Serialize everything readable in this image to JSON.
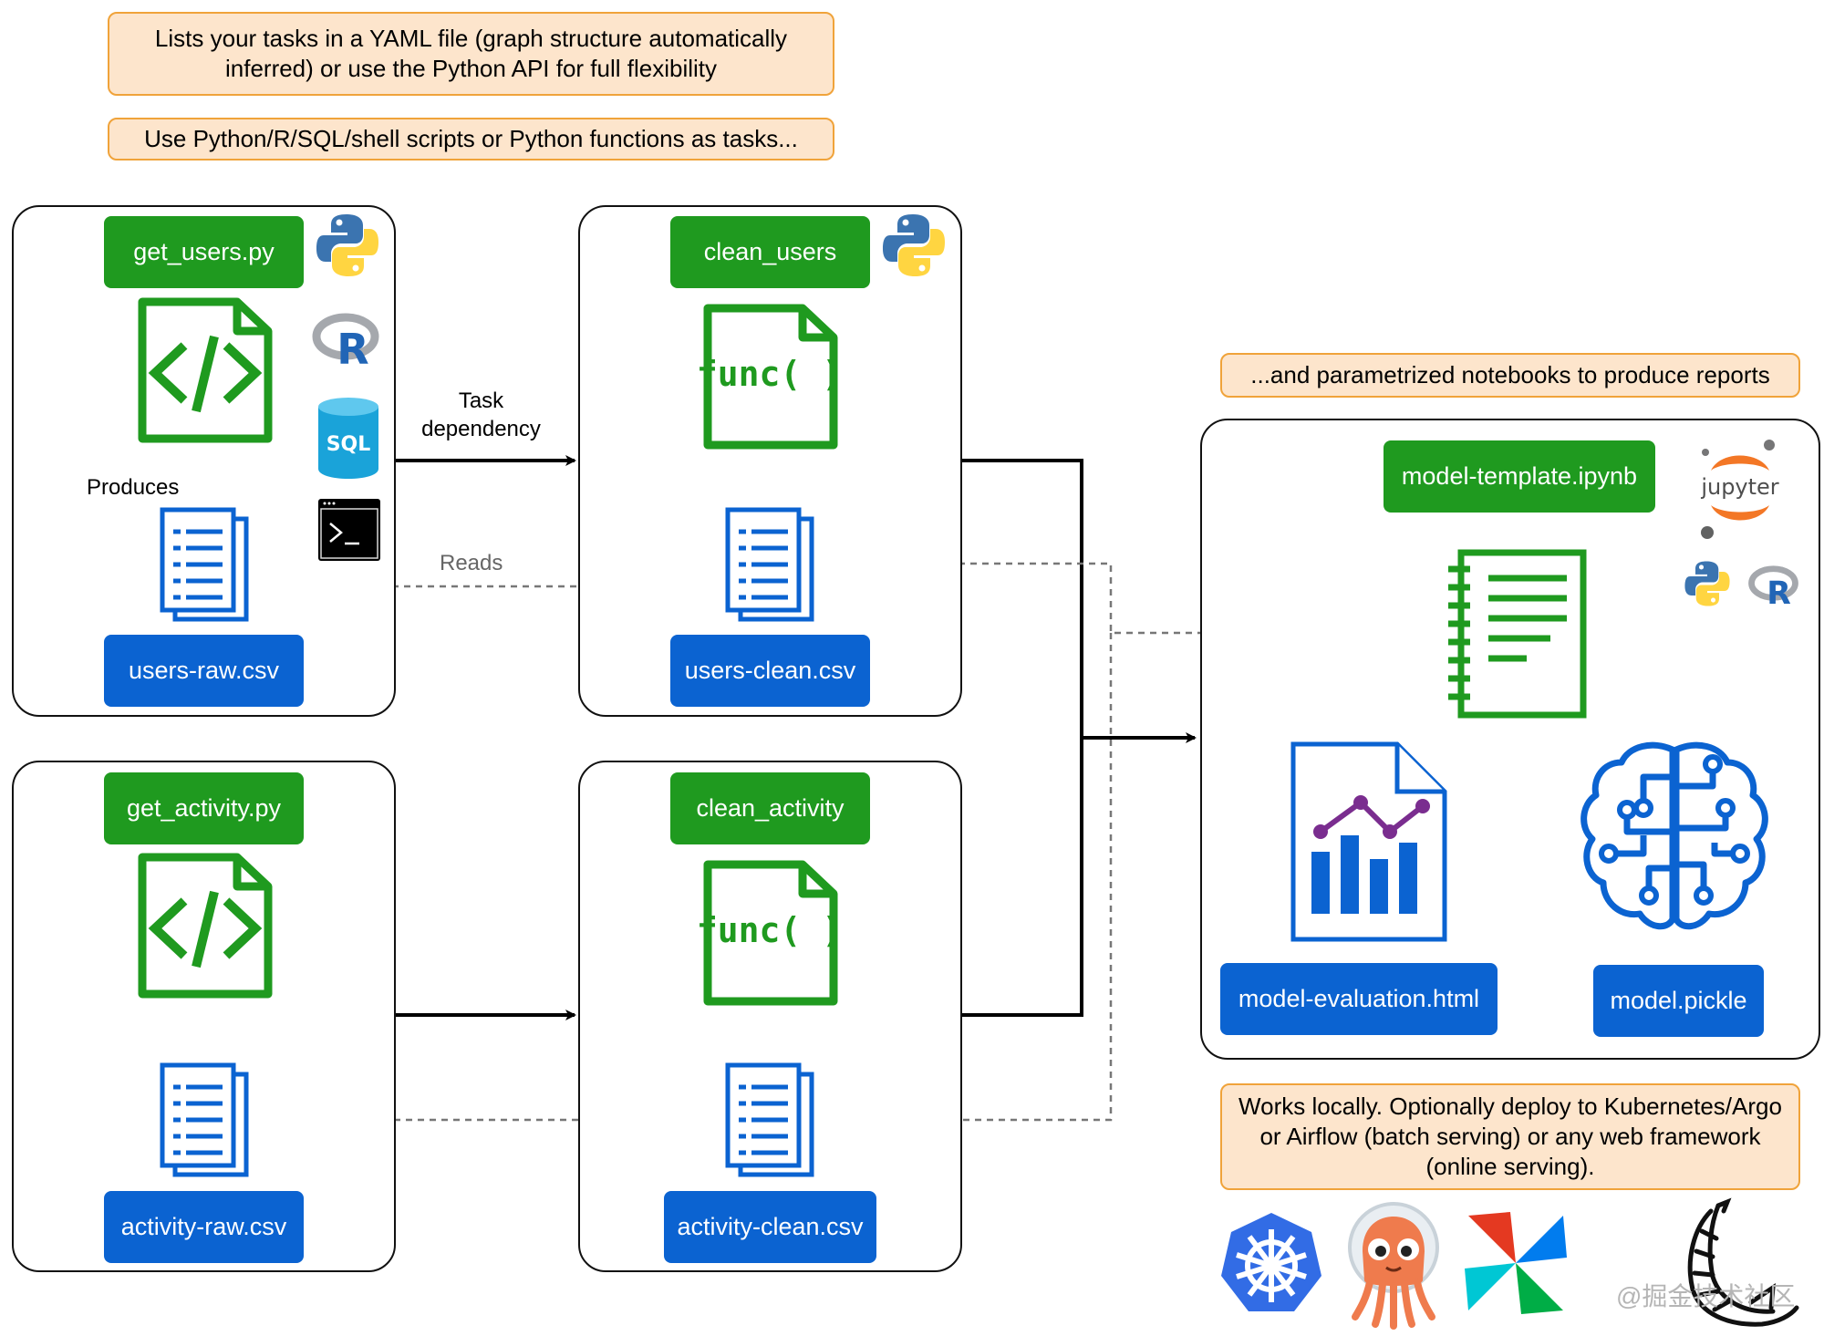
{
  "notes": {
    "yaml": "Lists your tasks in a YAML file (graph structure automatically inferred) or use the Python API for full flexibility",
    "scripts": "Use Python/R/SQL/shell scripts or Python functions as tasks...",
    "notebooks": "...and parametrized notebooks to produce reports",
    "deploy": "Works locally. Optionally deploy to Kubernetes/Argo or Airflow (batch serving) or any web framework (online serving)."
  },
  "tasks": {
    "get_users": "get_users.py",
    "clean_users": "clean_users",
    "get_activity": "get_activity.py",
    "clean_activity": "clean_activity",
    "model_template": "model-template.ipynb"
  },
  "products": {
    "users_raw": "users-raw.csv",
    "users_clean": "users-clean.csv",
    "activity_raw": "activity-raw.csv",
    "activity_clean": "activity-clean.csv",
    "model_evaluation": "model-evaluation.html",
    "model_pickle": "model.pickle"
  },
  "edge_labels": {
    "task_dependency": "Task\ndependency",
    "produces": "Produces",
    "reads": "Reads"
  },
  "icons": {
    "func_label": "func( )",
    "sql_label": "SQL",
    "r_label": "R",
    "jupyter_label": "jupyter"
  },
  "watermark": "@掘金技术社区",
  "colors": {
    "task_green": "#1f9a1f",
    "product_blue": "#0b63d1",
    "note_fill": "#fde5cc",
    "note_border": "#f0a33a"
  }
}
